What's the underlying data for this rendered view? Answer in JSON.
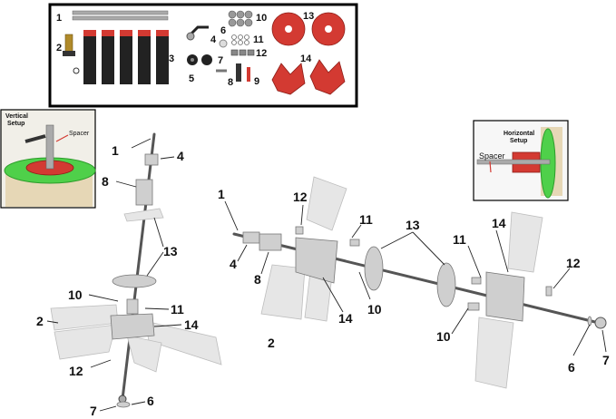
{
  "parts_box": {
    "labels": [
      "1",
      "2",
      "3",
      "4",
      "5",
      "6",
      "7",
      "8",
      "9",
      "10",
      "11",
      "12",
      "13",
      "14"
    ]
  },
  "vertical_inset": {
    "title_line1": "Vertical",
    "title_line2": "Setup",
    "spacer_label": "Spacer"
  },
  "horizontal_inset": {
    "title_line1": "Horizontal",
    "title_line2": "Setup",
    "spacer_label": "Spacer"
  },
  "vertical_assembly": {
    "labels": {
      "l1": "1",
      "l4": "4",
      "l8": "8",
      "l13": "13",
      "l10": "10",
      "l11": "11",
      "l2": "2",
      "l14": "14",
      "l12": "12",
      "l7": "7",
      "l6": "6"
    }
  },
  "horizontal_assembly": {
    "labels": {
      "l1": "1",
      "l12": "12",
      "l11a": "11",
      "l13": "13",
      "l14a": "14",
      "l11b": "11",
      "l4": "4",
      "l8": "8",
      "l14b": "14",
      "l10a": "10",
      "l2": "2",
      "l10b": "10",
      "l12b": "12",
      "l6": "6",
      "l7": "7"
    }
  },
  "colors": {
    "red": "#d33a32",
    "green": "#4fd04a",
    "blade": "#e6e6e6",
    "frame": "#000000"
  }
}
